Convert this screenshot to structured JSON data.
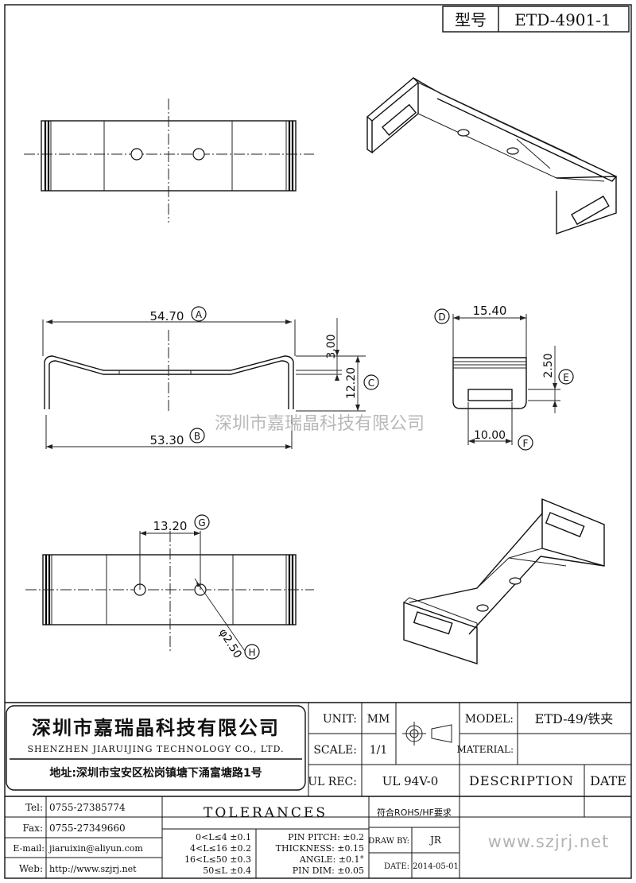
{
  "model_box": {
    "label": "型号",
    "value": "ETD-4901-1"
  },
  "watermark": "深圳市嘉瑞晶科技有限公司",
  "dims": {
    "a_value": "54.70",
    "a_letter": "A",
    "b_value": "53.30",
    "b_letter": "B",
    "c_small": "3.00",
    "c_value": "12.20",
    "c_letter": "C",
    "d_value": "15.40",
    "d_letter": "D",
    "e_value": "2.50",
    "e_letter": "E",
    "f_value": "10.00",
    "f_letter": "F",
    "g_value": "13.20",
    "g_letter": "G",
    "h_value": "φ2.50",
    "h_letter": "H"
  },
  "company": {
    "name_cn": "深圳市嘉瑞晶科技有限公司",
    "name_en": "SHENZHEN JIARUIJING TECHNOLOGY CO., LTD.",
    "address": "地址:深圳市宝安区松岗镇塘下涌富塘路1号"
  },
  "title_block": {
    "unit_label": "UNIT:",
    "unit_value": "MM",
    "scale_label": "SCALE:",
    "scale_value": "1/1",
    "ulrec_label": "UL REC:",
    "ulrec_value": "UL 94V-0",
    "model_label": "MODEL:",
    "model_value": "ETD-49/铁夹",
    "material_label": "MATERIAL:",
    "description_label": "DESCRIPTION",
    "date_label": "DATE",
    "rohs": "符合ROHS/HF要求",
    "drawby_label": "DRAW BY:",
    "drawby_value": "JR",
    "date_field_label": "DATE:",
    "date_field_value": "2014-05-01",
    "website_watermark": "www.szjrj.net"
  },
  "contact": {
    "tel_label": "Tel:",
    "tel": "0755-27385774",
    "fax_label": "Fax:",
    "fax": "0755-27349660",
    "email_label": "E-mail:",
    "email": "jiaruixin@aliyun.com",
    "web_label": "Web:",
    "web": "http://www.szjrj.net"
  },
  "tolerances": {
    "title": "TOLERANCES",
    "rows": [
      "0<L≤4 ±0.1",
      "4<L≤16 ±0.2",
      "16<L≤50 ±0.3",
      "50≤L ±0.4"
    ],
    "right": [
      "PIN PITCH: ±0.2",
      "THICKNESS: ±0.15",
      "ANGLE: ±0.1°",
      "PIN DIM: ±0.05"
    ]
  }
}
